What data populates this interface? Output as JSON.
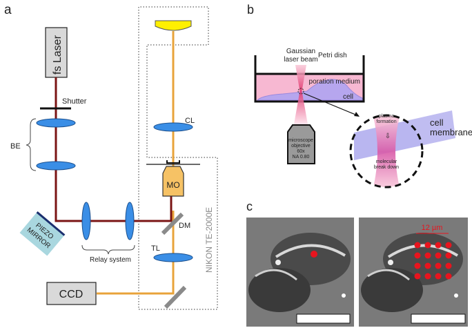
{
  "panel_a": {
    "label": "a",
    "laser": "fs Laser",
    "shutter": "Shutter",
    "beam_expander": "BE",
    "piezo_mirror_line1": "PIEZO",
    "piezo_mirror_line2": "MIRROR",
    "relay": "Relay system",
    "condenser_lens": "CL",
    "objective": "MO",
    "dichroic": "DM",
    "tube_lens": "TL",
    "camera": "CCD",
    "microscope": "NIKON TE-2000E"
  },
  "panel_b": {
    "label": "b",
    "beam_line1": "Gaussian",
    "beam_line2": "laser beam",
    "dish": "Petri dish",
    "medium": "poration medium",
    "cell": "cell",
    "objective_lines": [
      "microscope",
      "objective",
      "60x",
      "NA 0.80"
    ],
    "plasma_line1": "plasma",
    "plasma_line2": "formation",
    "breakdown_line1": "molecular",
    "breakdown_line2": "break down",
    "membrane_line1": "cell",
    "membrane_line2": "membrane"
  },
  "panel_c": {
    "label": "c",
    "scale_label": "12 µm",
    "single_spot_count": 1,
    "grid_rows": 4,
    "grid_cols": 4
  },
  "colors": {
    "laser_beam": "#7a1414",
    "light_path": "#e8a33a",
    "lens": "#3a8ee6",
    "objective": "#f6c265",
    "mirror": "#8a8a8a",
    "piezo": "#a9d7df",
    "medium": "#f7b8d2",
    "cell": "#b6a6ee",
    "spot": "#e8141e"
  }
}
